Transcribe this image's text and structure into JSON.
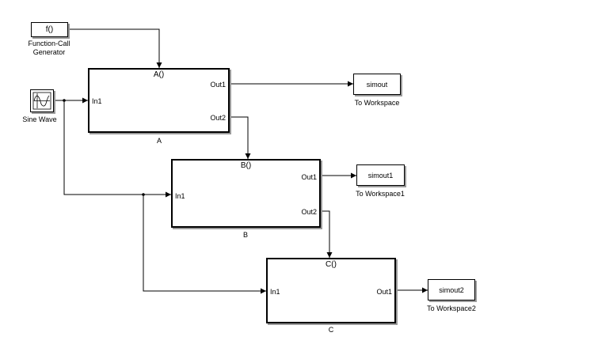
{
  "function_call_generator": {
    "block_text": "f()",
    "caption_line1": "Function-Call",
    "caption_line2": "Generator"
  },
  "sine_wave": {
    "caption": "Sine Wave"
  },
  "subsystems": {
    "A": {
      "trigger_label": "A()",
      "in1": "In1",
      "out1": "Out1",
      "out2": "Out2",
      "caption": "A"
    },
    "B": {
      "trigger_label": "B()",
      "in1": "In1",
      "out1": "Out1",
      "out2": "Out2",
      "caption": "B"
    },
    "C": {
      "trigger_label": "C()",
      "in1": "In1",
      "out1": "Out1",
      "caption": "C"
    }
  },
  "to_workspace": {
    "ws0": {
      "variable": "simout",
      "caption": "To Workspace"
    },
    "ws1": {
      "variable": "simout1",
      "caption": "To Workspace1"
    },
    "ws2": {
      "variable": "simout2",
      "caption": "To Workspace2"
    }
  },
  "colors": {
    "line": "#000000",
    "background": "#ffffff",
    "shadow": "#9a9a9a"
  }
}
